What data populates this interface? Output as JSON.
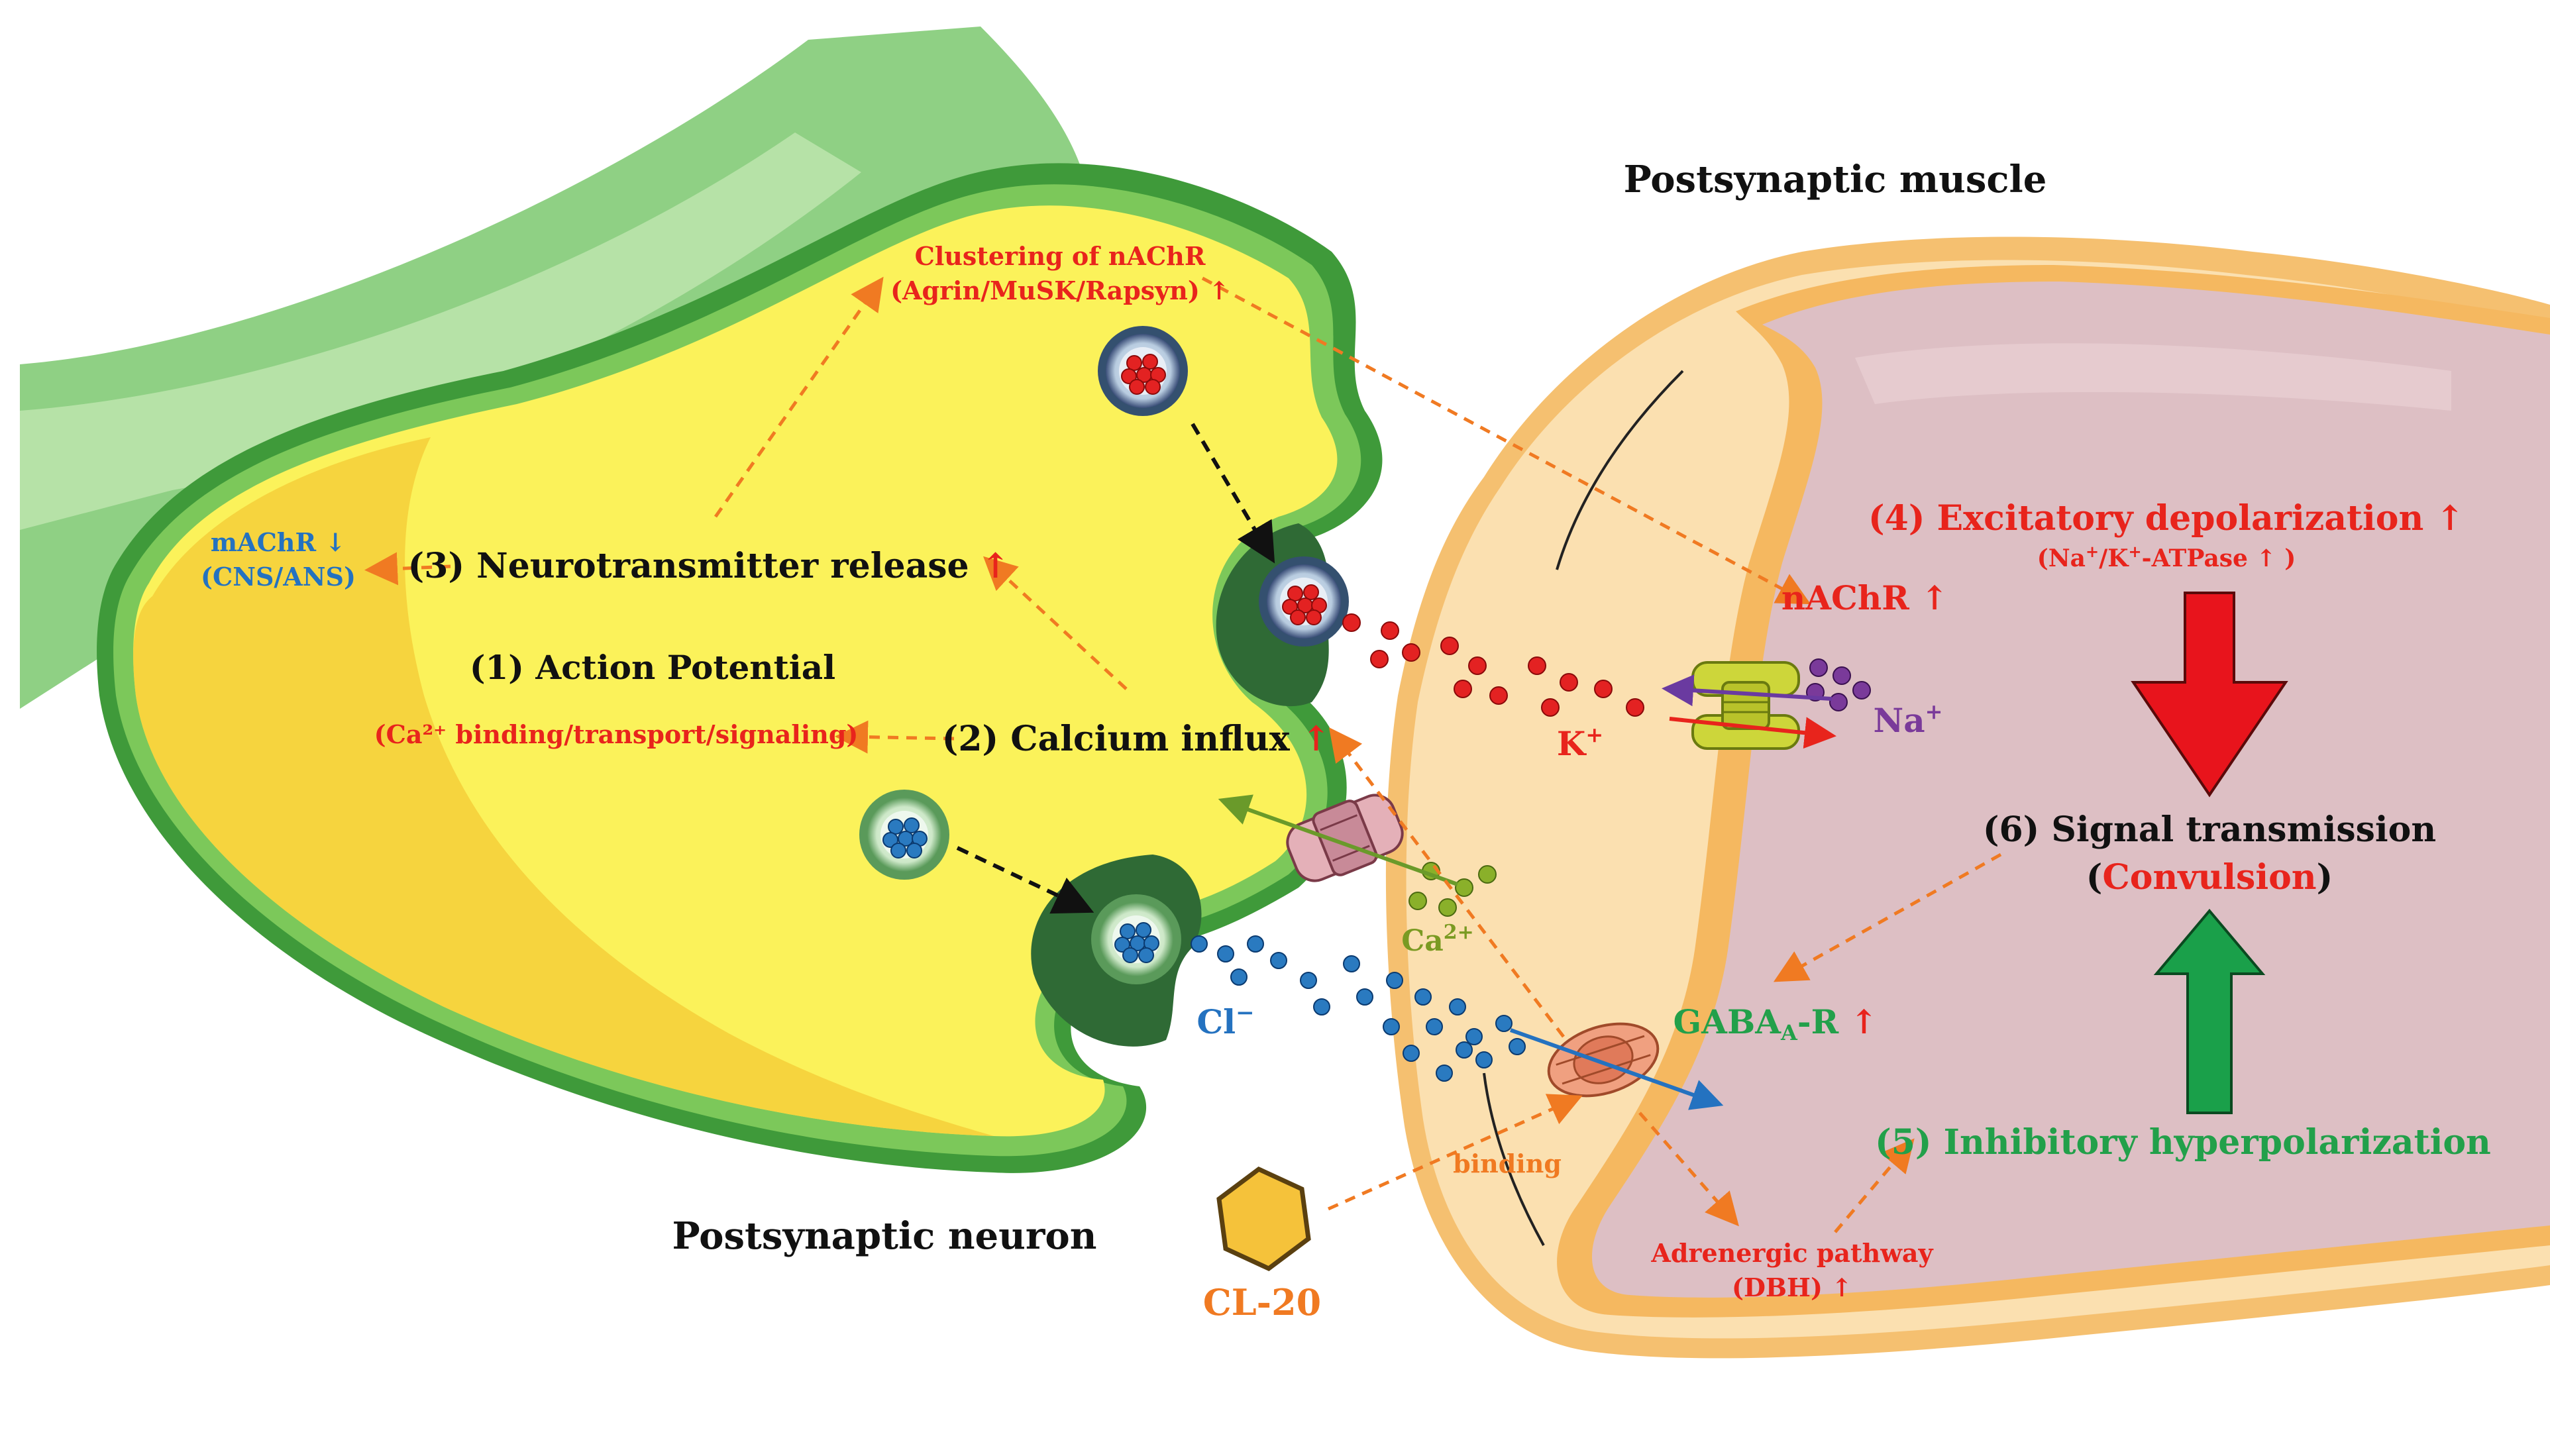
{
  "labels": {
    "muscle_title": "Postsynaptic muscle",
    "neuron_title": "Postsynaptic neuron",
    "clustering_line1": "Clustering of nAChR",
    "clustering_line2": "(Agrin/MuSK/Rapsyn)",
    "machr_line1": "mAChR",
    "machr_line2": "(CNS/ANS)",
    "step3": "(3) Neurotransmitter release",
    "step1": "(1) Action Potential",
    "ca_binding": "(Ca²⁺ binding/transport/signaling)",
    "step2": "(2) Calcium influx",
    "step4": "(4) Excitatory depolarization",
    "na_k_pre": "(Na",
    "na_k_sup1": "+",
    "na_k_mid": "/K",
    "na_k_sup2": "+",
    "na_k_post": "-ATPase",
    "na_k_close": ")",
    "nachr": "nAChR",
    "k_ion": "K",
    "k_sup": "+",
    "na_ion": "Na",
    "na_sup": "+",
    "step6": "(6) Signal transmission",
    "convulsion_open": "(",
    "convulsion": "Convulsion",
    "convulsion_close": ")",
    "ca_ion": "Ca",
    "ca_sup": "2+",
    "cl_ion": "Cl",
    "cl_sup": "−",
    "gaba": "GABA",
    "gaba_sub": "A",
    "gaba_suffix": "-R",
    "binding": "binding",
    "adrenergic_line1": "Adrenergic pathway",
    "adrenergic_line2": "(DBH)",
    "step5": "(5) Inhibitory hyperpolarization",
    "cl20": "CL-20",
    "up_arrow": "↑",
    "down_arrow": "↓"
  },
  "colors": {
    "red_text": "#e8241c",
    "blue_text": "#2472c0",
    "green_text": "#22a04a",
    "orange_text": "#f07a22",
    "olive_text": "#7a9a22",
    "purple_text": "#7a3a9a",
    "dark_text": "#111111"
  }
}
